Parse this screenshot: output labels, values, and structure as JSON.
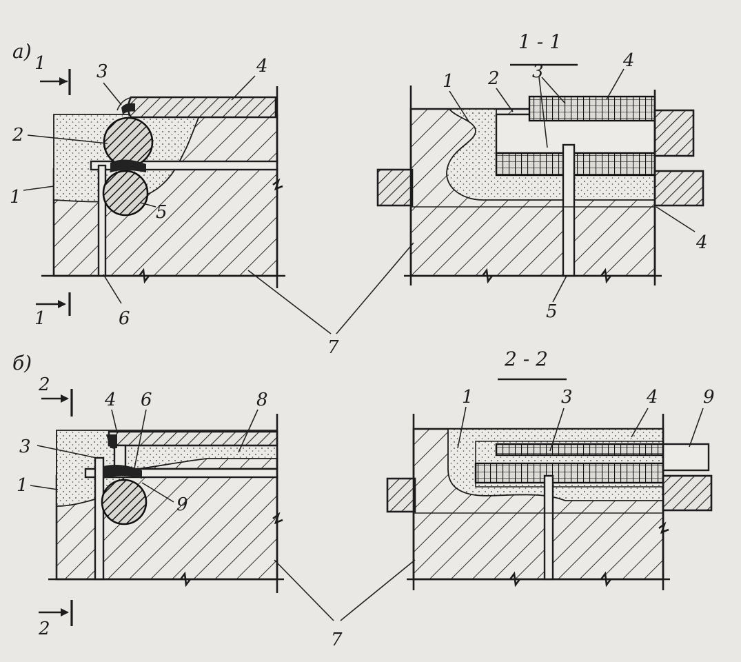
{
  "figure_a": {
    "variant": "а)",
    "section_label": "1 - 1",
    "cut_mark": "1",
    "plan_callouts": [
      "1",
      "2",
      "3",
      "4",
      "5",
      "6"
    ],
    "section_callouts": [
      "1",
      "2",
      "3",
      "4",
      "4",
      "5"
    ]
  },
  "figure_b": {
    "variant": "б)",
    "section_label": "2 - 2",
    "cut_mark": "2",
    "plan_callouts": [
      "1",
      "3",
      "4",
      "6",
      "8",
      "9"
    ],
    "section_callouts": [
      "1",
      "3",
      "4",
      "9"
    ]
  },
  "shared_callout": "7"
}
